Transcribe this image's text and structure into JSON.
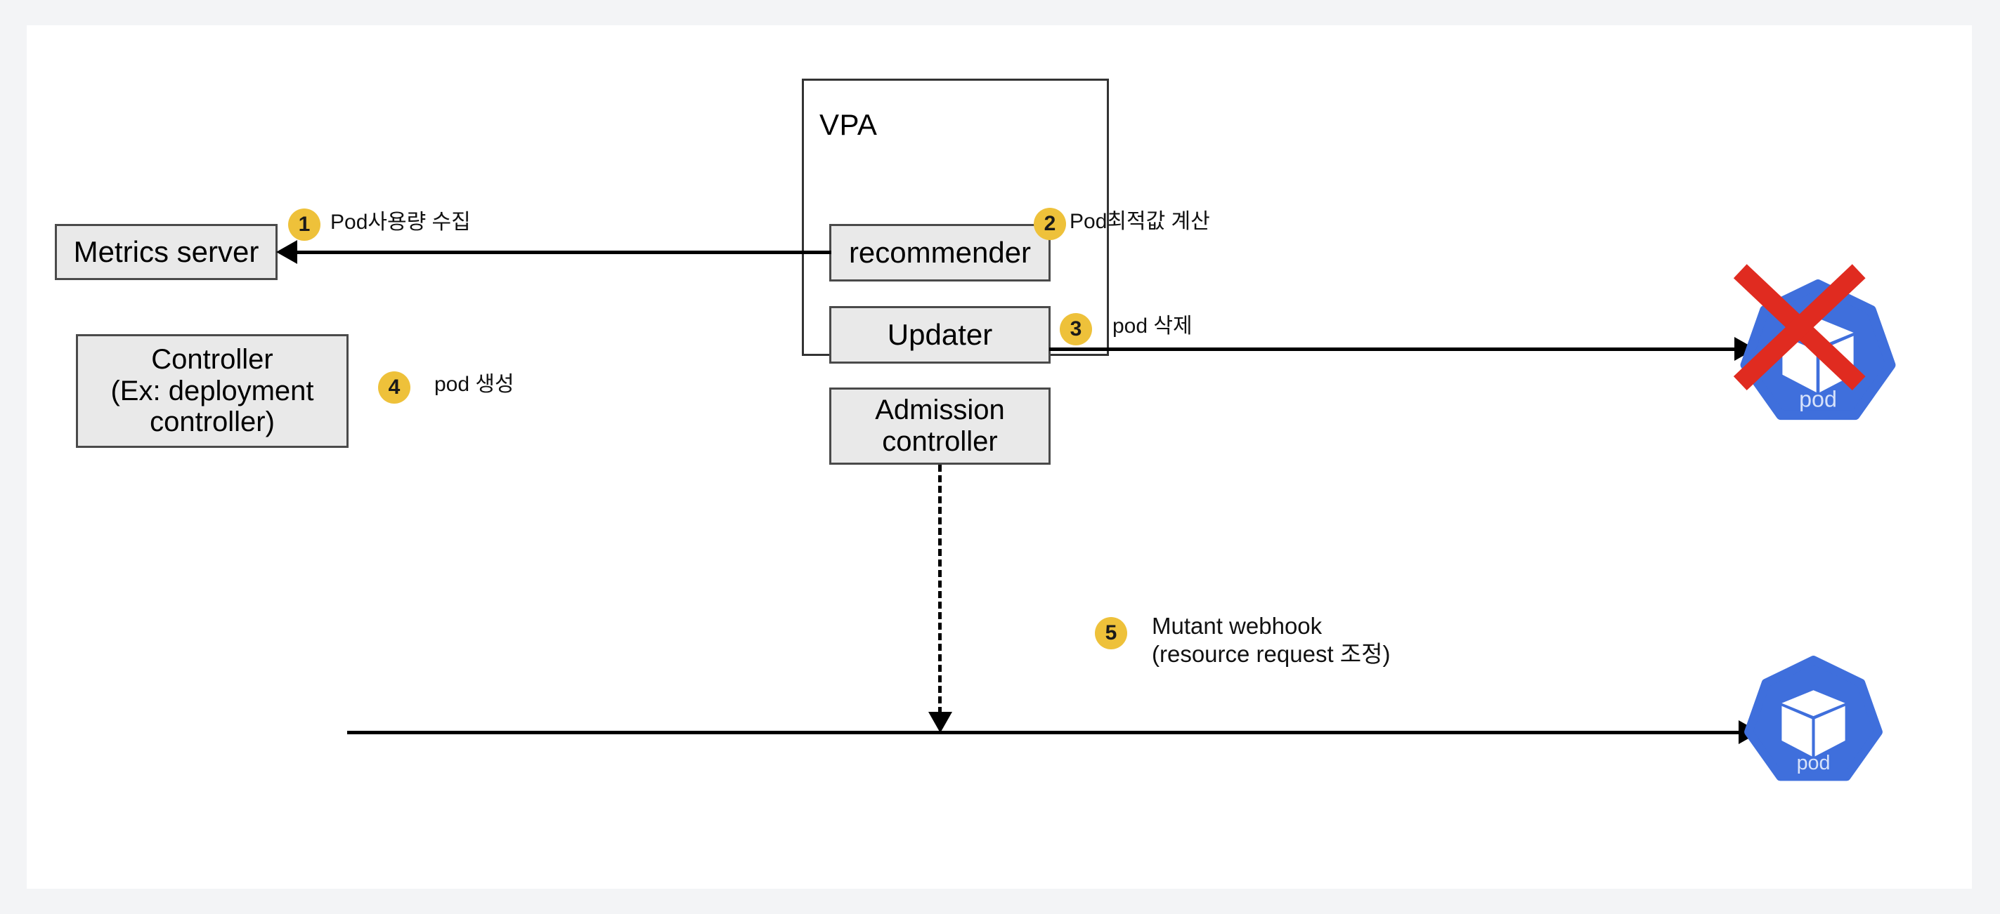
{
  "diagram": {
    "title": "Kubernetes VPA (Vertical Pod Autoscaler) flow",
    "accent_color": "#eec13a",
    "box_fill": "#e9e9e9",
    "box_border": "#4a4a4a",
    "pod_blue": "#3f6fdc",
    "x_red": "#e02b20",
    "page_background": "#f3f4f6",
    "canvas_background": "#ffffff"
  },
  "nodes": {
    "metrics_server": {
      "label": "Metrics server"
    },
    "controller": {
      "label": "Controller\n(Ex: deployment\ncontroller)"
    },
    "vpa": {
      "title": "VPA",
      "children": {
        "recommender": {
          "label": "recommender"
        },
        "updater": {
          "label": "Updater"
        },
        "admission_controller": {
          "label": "Admission\ncontroller"
        }
      }
    },
    "pod_deleted": {
      "label": "pod",
      "state": "deleted"
    },
    "pod_created": {
      "label": "pod",
      "state": "created"
    }
  },
  "steps": [
    {
      "number": "1",
      "caption": "Pod사용량 수집"
    },
    {
      "number": "2",
      "caption": "Pod최적값 계산"
    },
    {
      "number": "3",
      "caption": "pod 삭제"
    },
    {
      "number": "4",
      "caption": "pod 생성"
    },
    {
      "number": "5",
      "caption": "Mutant webhook\n(resource request 조정)"
    }
  ]
}
